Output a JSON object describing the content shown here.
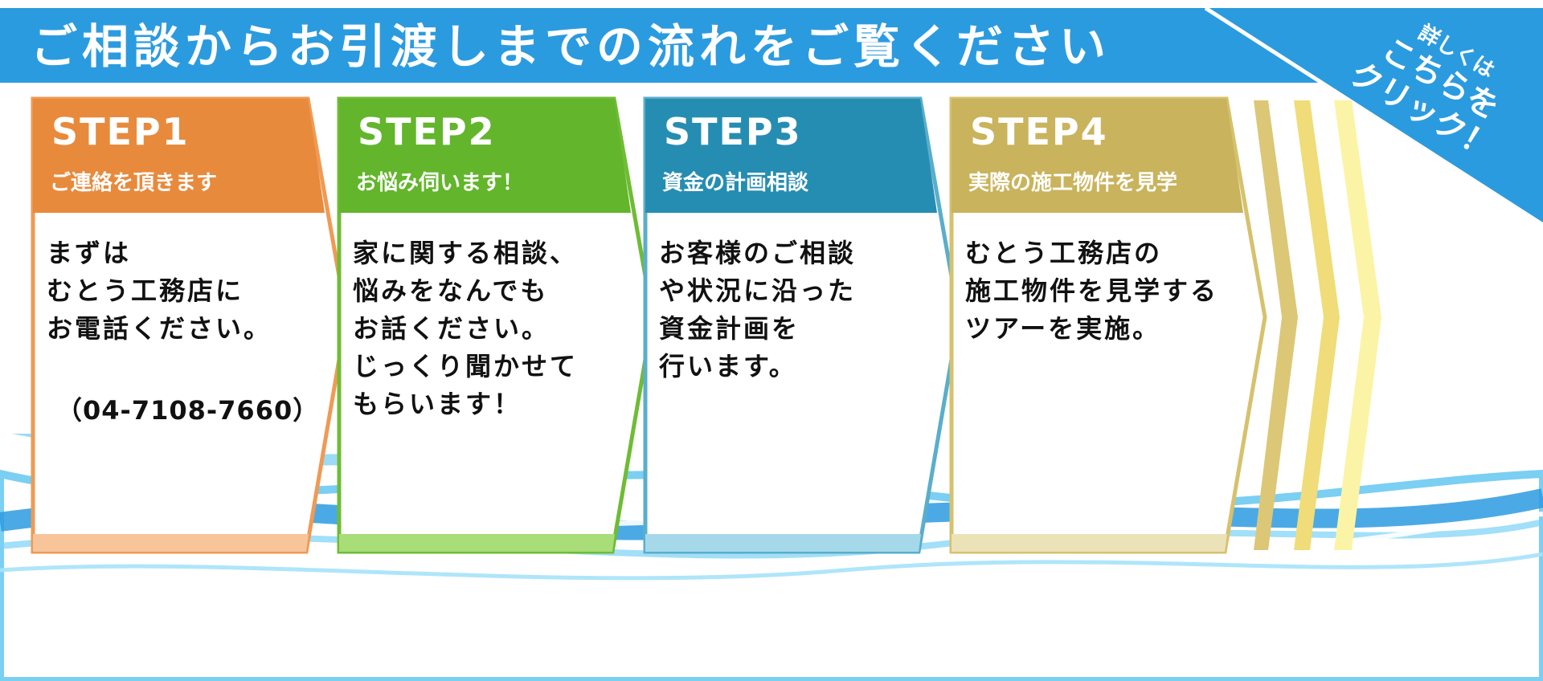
{
  "banner": {
    "title": "ご相談からお引渡しまでの流れをご覧ください"
  },
  "corner_link": {
    "line1": "詳しくは",
    "line2": "こちらを",
    "line3": "クリック！"
  },
  "steps": [
    {
      "label": "STEP1",
      "subtitle": "ご連絡を頂きます",
      "body": "まずは\nむとう工務店に\nお電話ください。",
      "phone": "（04-7108-7660）"
    },
    {
      "label": "STEP2",
      "subtitle": "お悩み伺います！",
      "body": "家に関する相談、\n悩みをなんでも\nお話ください。\nじっくり聞かせて\nもらいます！"
    },
    {
      "label": "STEP3",
      "subtitle": "資金の計画相談",
      "body": "お客様のご相談\nや状況に沿った\n資金計画を\n行います。"
    },
    {
      "label": "STEP4",
      "subtitle": "実際の施工物件を見学",
      "body": "むとう工務店の\n施工物件を見学する\nツアーを実施。"
    }
  ],
  "colors": {
    "banner": "#2b9be0",
    "step1": "#e88a3c",
    "step2": "#63b52c",
    "step3": "#268db2",
    "step4": "#c9b35c"
  }
}
